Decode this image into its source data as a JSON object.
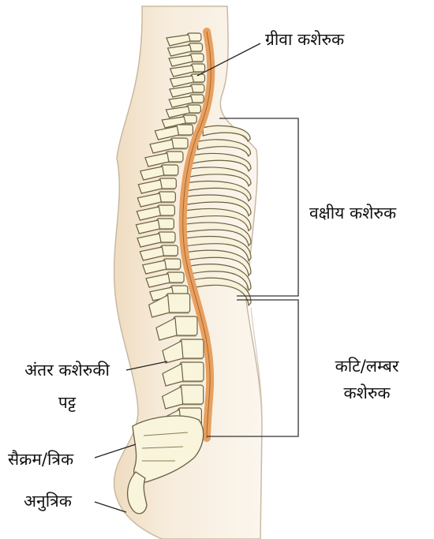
{
  "labels": {
    "cervical": "ग्रीवा कशेरुक",
    "thoracic": "वक्षीय कशेरुक",
    "lumbar_line1": "कटि/लम्बर",
    "lumbar_line2": "कशेरुक",
    "intervertebral_line1": "अंतर कशेरुकी",
    "intervertebral_line2": "पट्ट",
    "sacrum": "सैक्रम/त्रिक",
    "coccyx": "अनुत्रिक"
  },
  "colors": {
    "body_skin": "#f7ecdc",
    "body_outline": "#b9aa96",
    "bone": "#f9f4dc",
    "bone_outline": "#6b6040",
    "spinal_cord": "#eda766",
    "rib_fill": "#f8f2dc",
    "line": "#222222"
  }
}
